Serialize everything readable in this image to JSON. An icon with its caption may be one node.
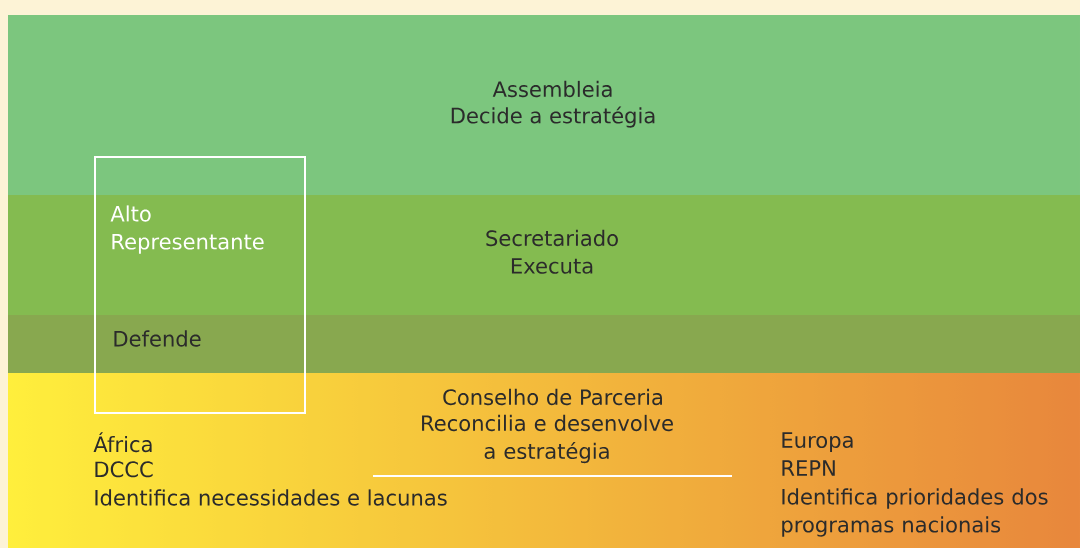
{
  "diagram": {
    "nodes": [
      {
        "text": [
          "Assembleia",
          "Decide a estratégia"
        ]
      },
      {
        "text": [
          "Secretariado",
          "Executa"
        ]
      },
      {
        "text": [],
        "shape": "bar"
      },
      {
        "text": [
          "Conselho de Parceria",
          "Reconcilia e desenvolve a estratégia"
        ]
      },
      {
        "text": [
          "Alto Representante",
          "Defende"
        ]
      }
    ],
    "labels": [
      "África",
      "DCCC",
      "Identifica necessidades e lacunas",
      "Europa",
      "REPN",
      "Identifica prioridades dos programas nacionais"
    ]
  }
}
